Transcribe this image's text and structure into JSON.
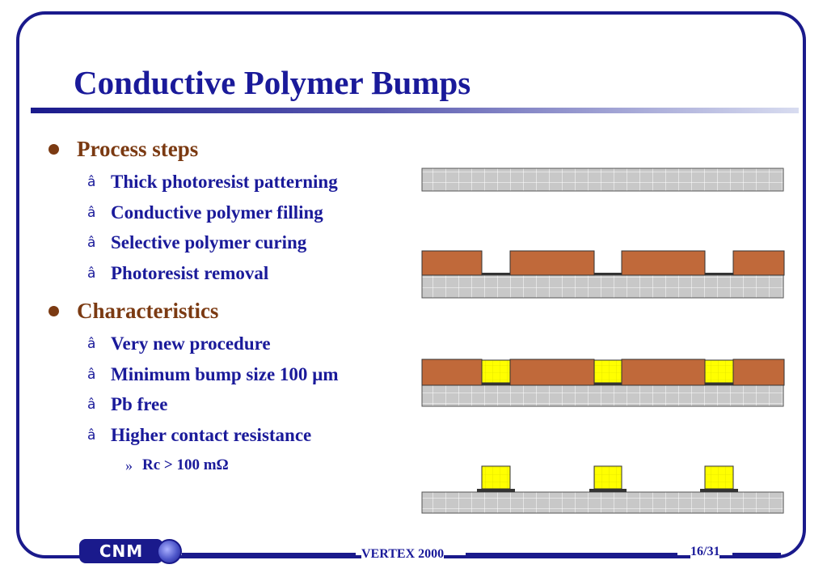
{
  "slide": {
    "title": "Conductive Polymer Bumps",
    "sections": [
      {
        "heading": "Process steps",
        "items": [
          {
            "text": "Thick photoresist patterning"
          },
          {
            "text": "Conductive polymer filling"
          },
          {
            "text": "Selective polymer curing"
          },
          {
            "text": "Photoresist removal"
          }
        ]
      },
      {
        "heading": "Characteristics",
        "items": [
          {
            "text": "Very new procedure"
          },
          {
            "text": "Minimum bump size  100 µm"
          },
          {
            "text": "Pb free"
          },
          {
            "text": "Higher contact resistance",
            "sub": "Rc > 100 mΩ"
          }
        ]
      }
    ],
    "sub_bullet_marker": "»",
    "bullet_marker": "â"
  },
  "footer": {
    "logo_text": "CNM",
    "conference": "VERTEX 2000",
    "page": "16/31"
  },
  "colors": {
    "title": "#1a1a9a",
    "heading": "#7b3a12",
    "photoresist": "#c0693a",
    "polymer": "#ffff00",
    "substrate": "#c8c8c8",
    "frame": "#1a1a8c"
  }
}
